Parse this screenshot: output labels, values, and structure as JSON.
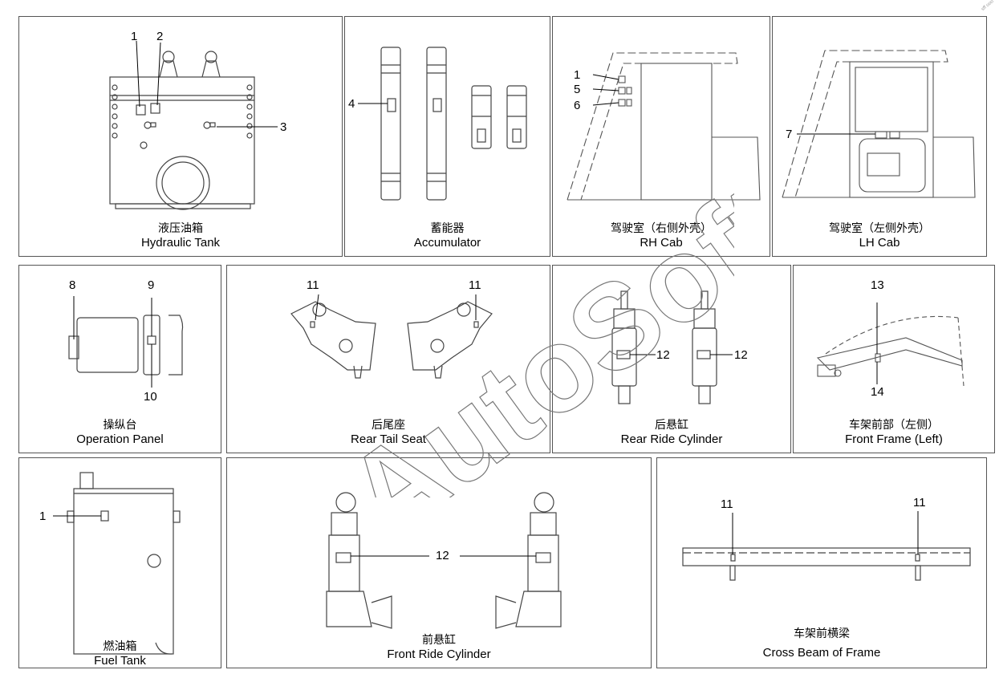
{
  "watermark": "AutoSoft",
  "corner_mark": "sff ooo",
  "panels": {
    "hydraulic_tank": {
      "zh": "液压油箱",
      "en": "Hydraulic Tank",
      "callouts": [
        "1",
        "2",
        "3"
      ]
    },
    "accumulator": {
      "zh": "蓄能器",
      "en": "Accumulator",
      "callouts": [
        "4"
      ]
    },
    "rh_cab": {
      "zh": "驾驶室（右侧外壳）",
      "en": "RH Cab",
      "callouts": [
        "1",
        "5",
        "6"
      ]
    },
    "lh_cab": {
      "zh": "驾驶室（左侧外壳）",
      "en": "LH Cab",
      "callouts": [
        "7"
      ]
    },
    "operation_panel": {
      "zh": "操纵台",
      "en": "Operation Panel",
      "callouts": [
        "8",
        "9",
        "10"
      ]
    },
    "rear_tail_seat": {
      "zh": "后尾座",
      "en": "Rear Tail Seat",
      "callouts": [
        "11",
        "11"
      ]
    },
    "rear_ride_cylinder": {
      "zh": "后悬缸",
      "en": "Rear Ride Cylinder",
      "callouts": [
        "12",
        "12"
      ]
    },
    "front_frame_left": {
      "zh": "车架前部（左侧）",
      "en": "Front Frame (Left)",
      "callouts": [
        "13",
        "14"
      ]
    },
    "fuel_tank": {
      "zh": "燃油箱",
      "en": "Fuel Tank",
      "callouts": [
        "1"
      ]
    },
    "front_ride_cylinder": {
      "zh": "前悬缸",
      "en": "Front Ride Cylinder",
      "callouts": [
        "12"
      ]
    },
    "cross_beam": {
      "zh": "车架前横梁",
      "en": "Cross Beam of Frame",
      "callouts": [
        "11",
        "11"
      ]
    }
  }
}
